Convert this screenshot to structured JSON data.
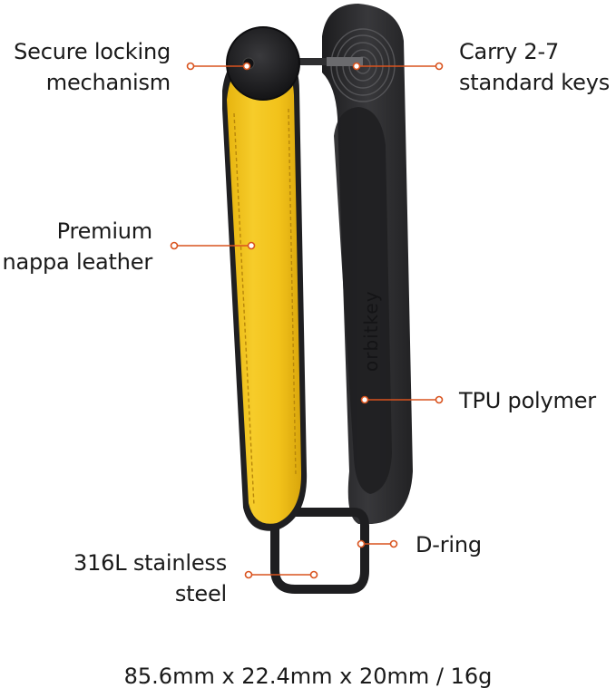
{
  "callouts": {
    "lock": {
      "line1": "Secure locking",
      "line2": "mechanism"
    },
    "keys": {
      "line1": "Carry 2-7",
      "line2": "standard keys"
    },
    "leather": {
      "line1": "Premium",
      "line2": "nappa leather"
    },
    "tpu": {
      "line1": "TPU polymer"
    },
    "dring": {
      "line1": "D-ring"
    },
    "steel": {
      "line1": "316L stainless",
      "line2": "steel"
    }
  },
  "brand_text": "orbitkey",
  "dimensions": "85.6mm x 22.4mm x 20mm / 16g",
  "colors": {
    "leather": "#f2c21a",
    "polymer": "#2a2a2c",
    "accent": "#d9531e"
  }
}
